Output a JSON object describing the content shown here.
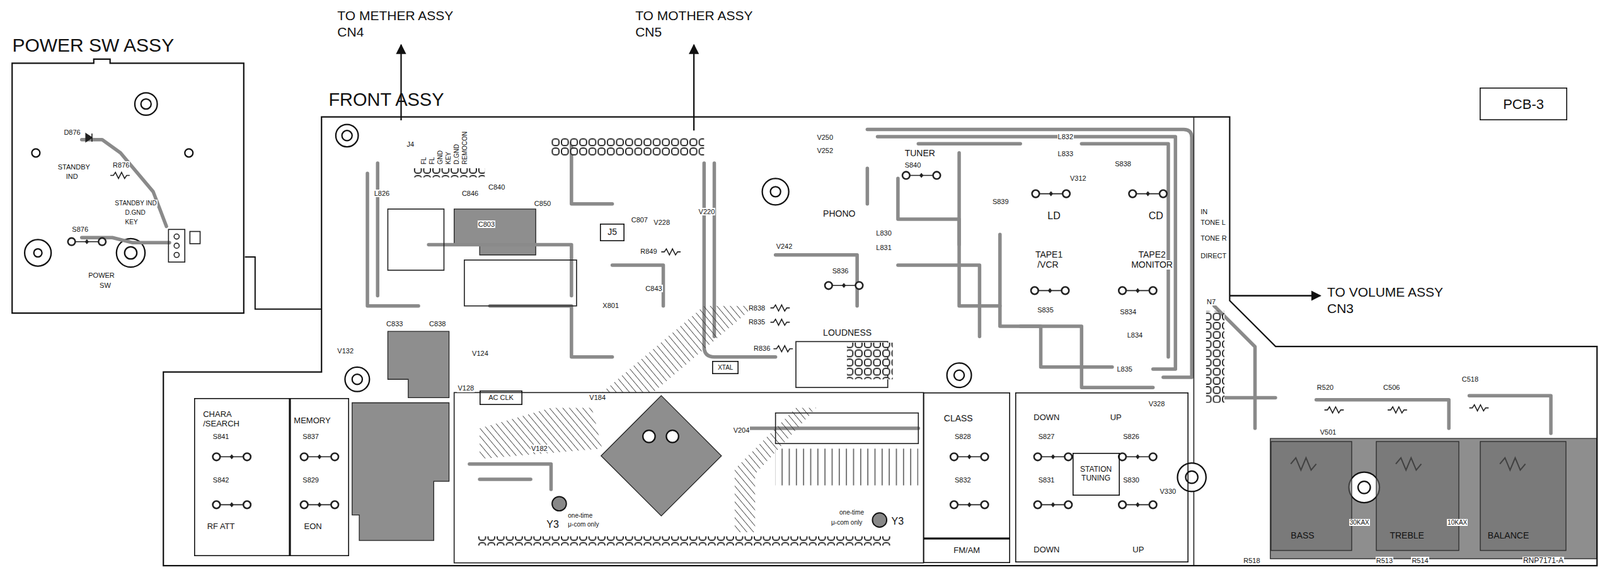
{
  "diagram": {
    "nodes": [
      {
        "text": [
          "POWER SW ASSY"
        ]
      },
      {
        "text": [
          "FRONT ASSY"
        ]
      },
      {
        "text": [
          "PCB-3"
        ]
      },
      {
        "text": [
          "CHARA /SEARCH",
          "RF ATT"
        ],
        "in": 1
      },
      {
        "text": [
          "MEMORY",
          "EON"
        ],
        "in": 1
      },
      {
        "text": [
          "J5"
        ],
        "in": 1
      },
      {
        "text": [
          "AC CLK"
        ],
        "in": 1
      },
      {
        "text": [
          "XTAL"
        ],
        "in": 1
      },
      {
        "text": [
          "CLASS"
        ],
        "in": 1
      },
      {
        "text": [
          "FM/AM"
        ],
        "in": 1
      },
      {
        "text": [
          "DOWN",
          "UP",
          "DOWN",
          "UP"
        ],
        "in": 1
      },
      {
        "text": [
          "STATION TUNING"
        ],
        "in": 10
      },
      {
        "text": [
          "BASS"
        ],
        "in": 1
      },
      {
        "text": [
          "TREBLE"
        ],
        "in": 1
      },
      {
        "text": [
          "BALANCE"
        ],
        "in": 1
      }
    ],
    "edges": [
      {
        "from": 0,
        "to": 1,
        "arrow": "none"
      }
    ],
    "labels": [
      "TO METHER ASSY",
      "CN4",
      "TO MOTHER ASSY",
      "CN5",
      "TO VOLUME ASSY",
      "CN3",
      "D876",
      "STANDBY",
      "IND",
      "R876",
      "STANDBY IND",
      "D.GND",
      "KEY",
      "S876",
      "POWER",
      "SW",
      "J4",
      "FL",
      "FL",
      "GND",
      "KEY",
      "D.GND",
      "REMOCON",
      "L826",
      "C846",
      "C840",
      "C850",
      "C803",
      "C807",
      "V228",
      "V220",
      "R849",
      "C843",
      "X801",
      "V242",
      "R838",
      "R835",
      "R836",
      "V250",
      "V252",
      "PHONO",
      "L830",
      "L831",
      "S836",
      "TUNER",
      "S840",
      "L832",
      "L833",
      "S838",
      "S839",
      "LD",
      "CD",
      "TAPE1",
      "/VCR",
      "TAPE2",
      "MONITOR",
      "S835",
      "S834",
      "L834",
      "L835",
      "LOUDNESS",
      "V132",
      "C833",
      "C838",
      "V124",
      "V128",
      "V184",
      "V182",
      "V204",
      "V312",
      "V328",
      "N7",
      "IN",
      "TONE L",
      "TONE R",
      "DIRECT",
      "S841",
      "S842",
      "S837",
      "S829",
      "S828",
      "S832",
      "S827",
      "S831",
      "S826",
      "S830",
      "V330",
      "Y3",
      "one-time",
      "μ-com only",
      "Y3",
      "one-time",
      "μ-com only",
      "R520",
      "C506",
      "C518",
      "V501",
      "R518",
      "R513",
      "R514",
      "30KAX",
      "10KAX",
      "RNP7171-A"
    ]
  }
}
